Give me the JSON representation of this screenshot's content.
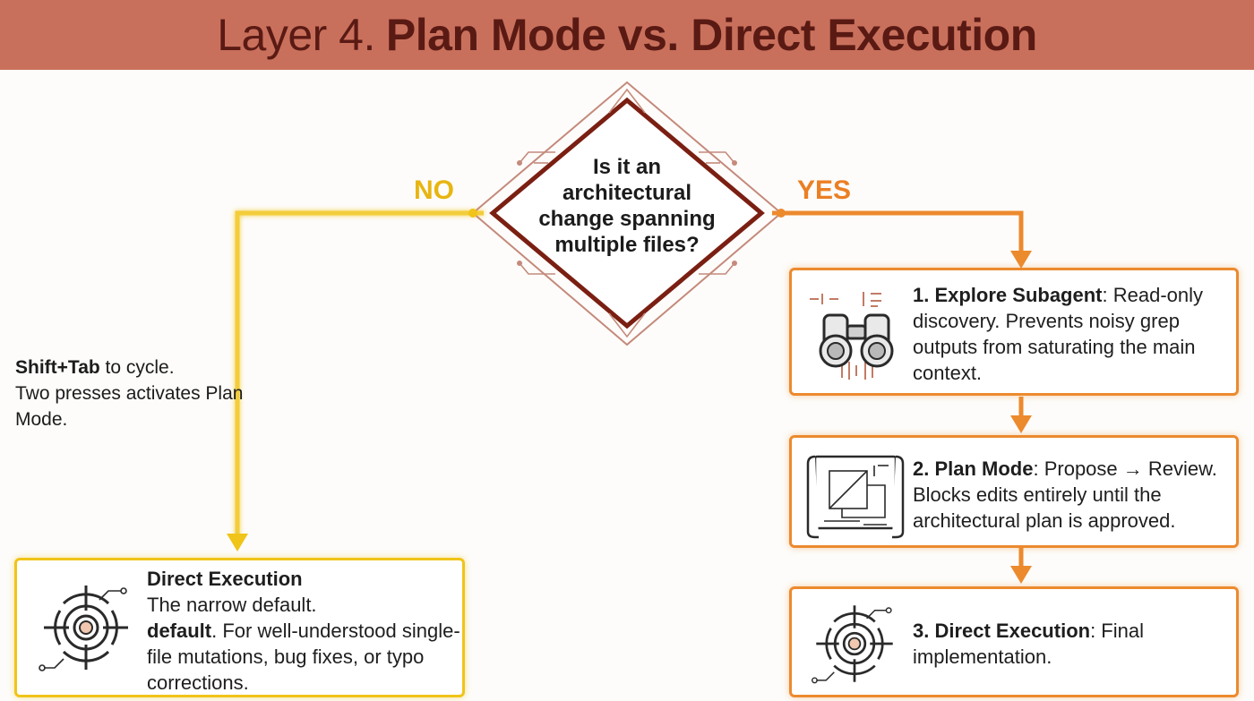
{
  "title": {
    "prefix": "Layer 4.",
    "emphasis": "Plan Mode vs. Direct Execution"
  },
  "decision": {
    "question": "Is it an architectural change spanning multiple files?",
    "no_label": "NO",
    "yes_label": "YES"
  },
  "side_note": {
    "key": "Shift+Tab",
    "line1_rest": " to cycle.",
    "line2": "Two presses activates Plan Mode."
  },
  "direct_box": {
    "heading": "Direct Execution",
    "line1": "The narrow default.",
    "bold_word": "default",
    "rest": ". For well-understood single-file mutations, bug fixes, or typo corrections."
  },
  "steps": [
    {
      "title": "1. Explore Subagent",
      "desc": ": Read-only discovery. Prevents noisy grep outputs from saturating the main context."
    },
    {
      "title": "2. Plan Mode",
      "desc": ": Propose → Review. Blocks edits entirely until the architectural plan is approved."
    },
    {
      "title": "3. Direct Execution",
      "desc": ": Final implementation."
    }
  ],
  "colors": {
    "title_bg": "#c9705c",
    "title_text": "#5a1a14",
    "no_path": "#f0c419",
    "yes_path": "#ec8a2e",
    "diamond_border": "#7a1f12"
  },
  "icons": {
    "decision": "diamond-shape",
    "direct_box": "target-icon",
    "step1": "binoculars-icon",
    "step2": "blueprint-icon",
    "step3": "target-icon"
  }
}
